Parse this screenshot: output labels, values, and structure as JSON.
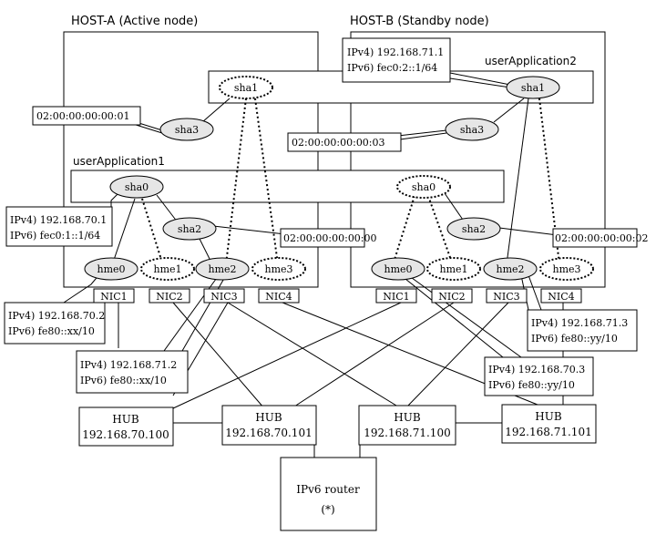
{
  "hosts": {
    "a_title": "HOST-A (Active node)",
    "b_title": "HOST-B (Standby node)"
  },
  "apps": {
    "app1": "userApplication1",
    "app2": "userApplication2"
  },
  "nodes": {
    "a_sha0": "sha0",
    "a_sha1": "sha1",
    "a_sha2": "sha2",
    "a_sha3": "sha3",
    "a_hme0": "hme0",
    "a_hme1": "hme1",
    "a_hme2": "hme2",
    "a_hme3": "hme3",
    "b_sha0": "sha0",
    "b_sha1": "sha1",
    "b_sha2": "sha2",
    "b_sha3": "sha3",
    "b_hme0": "hme0",
    "b_hme1": "hme1",
    "b_hme2": "hme2",
    "b_hme3": "hme3"
  },
  "nics": {
    "a1": "NIC1",
    "a2": "NIC2",
    "a3": "NIC3",
    "a4": "NIC4",
    "b1": "NIC1",
    "b2": "NIC2",
    "b3": "NIC3",
    "b4": "NIC4"
  },
  "callouts": {
    "a_sha3_mac": "02:00:00:00:00:01",
    "b_sha3_mac": "02:00:00:00:00:03",
    "a_sha2_mac": "02:00:00:00:00:00",
    "b_sha2_mac": "02:00:00:00:00:02",
    "b_sha1": {
      "ipv4": "IPv4) 192.168.71.1",
      "ipv6": "IPv6) fec0:2::1/64"
    },
    "a_sha0": {
      "ipv4": "IPv4) 192.168.70.1",
      "ipv6": "IPv6) fec0:1::1/64"
    },
    "a_hme0": {
      "ipv4": "IPv4) 192.168.70.2",
      "ipv6": "IPv6) fe80::xx/10"
    },
    "a_hme2": {
      "ipv4": "IPv4) 192.168.71.2",
      "ipv6": "IPv6) fe80::xx/10"
    },
    "b_hme2": {
      "ipv4": "IPv4) 192.168.71.3",
      "ipv6": "IPv6) fe80::yy/10"
    },
    "b_hme0": {
      "ipv4": "IPv4) 192.168.70.3",
      "ipv6": "IPv6) fe80::yy/10"
    }
  },
  "hubs": [
    {
      "name": "HUB",
      "ip": "192.168.70.100"
    },
    {
      "name": "HUB",
      "ip": "192.168.70.101"
    },
    {
      "name": "HUB",
      "ip": "192.168.71.100"
    },
    {
      "name": "HUB",
      "ip": "192.168.71.101"
    }
  ],
  "router": {
    "name": "IPv6 router",
    "note": "(*)"
  }
}
